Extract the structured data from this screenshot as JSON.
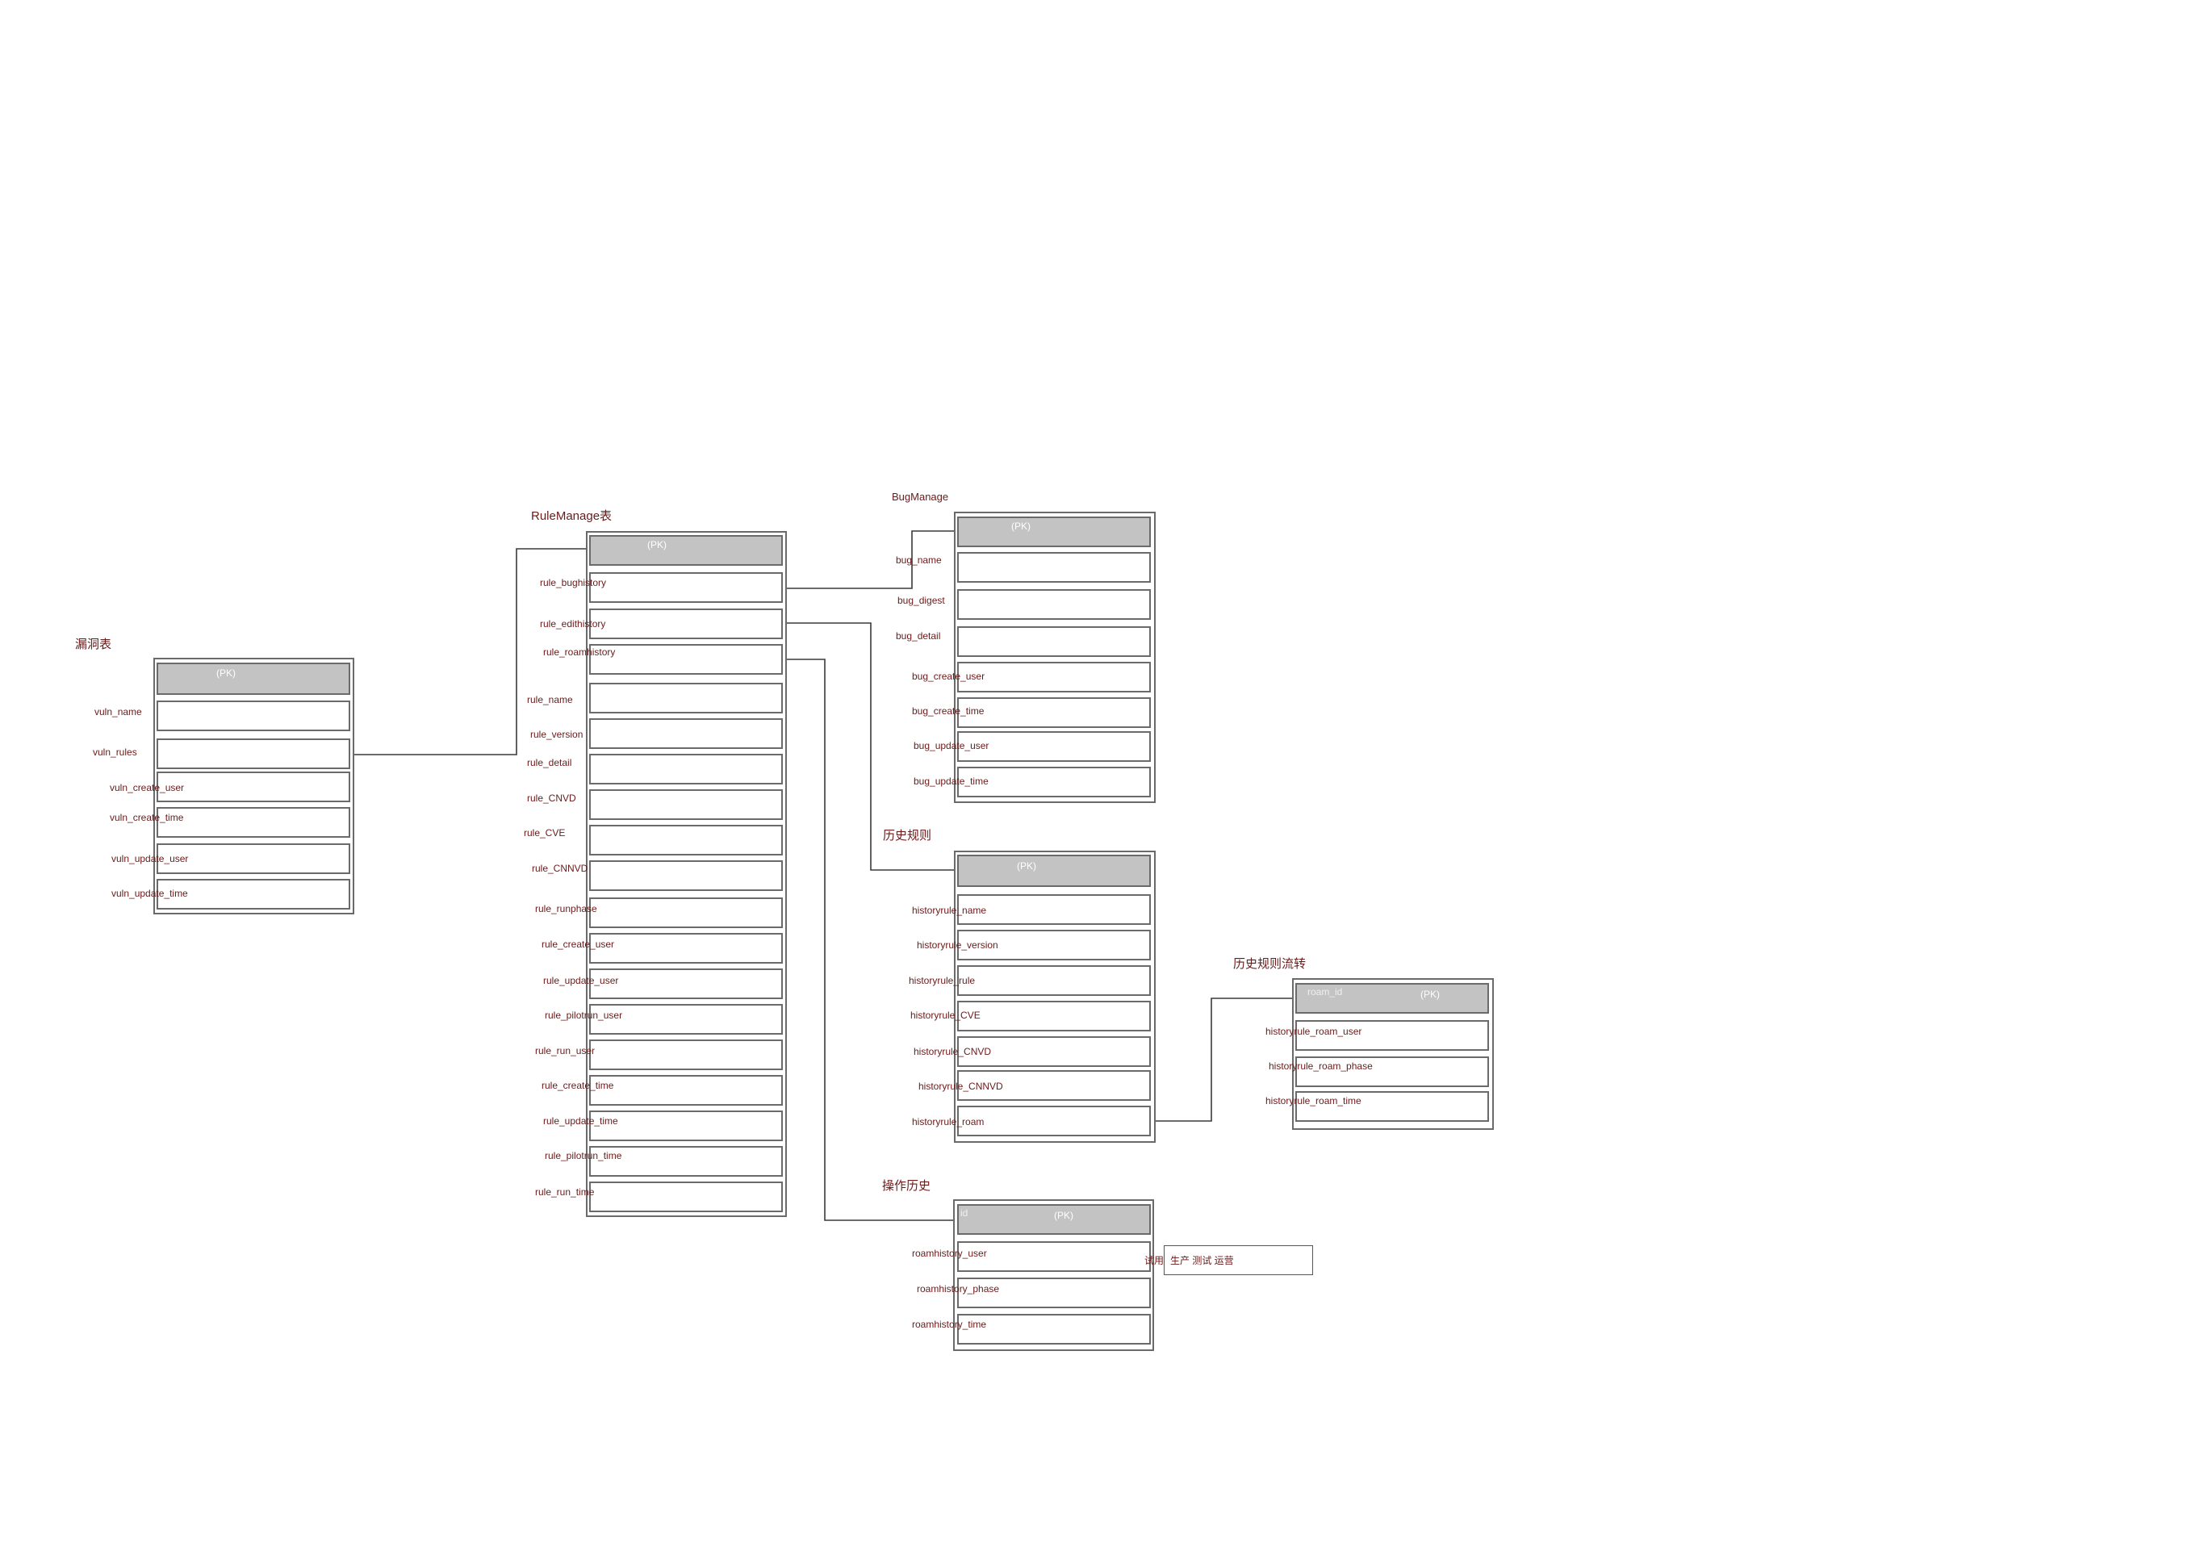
{
  "tables": {
    "vuln": {
      "title": "漏洞表",
      "pk": "(PK)",
      "fields": [
        "vuln_name",
        "vuln_rules",
        "vuln_create_user",
        "vuln_create_time",
        "vuln_update_user",
        "vuln_update_time"
      ]
    },
    "rule": {
      "title": "RuleManage表",
      "pk": "(PK)",
      "fields": [
        "rule_bughistory",
        "rule_edithistory",
        "rule_roamhistory",
        "rule_name",
        "rule_version",
        "rule_detail",
        "rule_CNVD",
        "rule_CVE",
        "rule_CNNVD",
        "rule_runphase",
        "rule_create_user",
        "rule_update_user",
        "rule_pilotrun_user",
        "rule_run_user",
        "rule_create_time",
        "rule_update_time",
        "rule_pilotrun_time",
        "rule_run_time"
      ]
    },
    "bug": {
      "title": "BugManage",
      "pk": "(PK)",
      "fields": [
        "bug_name",
        "bug_digest",
        "bug_detail",
        "bug_create_user",
        "bug_create_time",
        "bug_update_user",
        "bug_update_time"
      ]
    },
    "history": {
      "title": "历史规则",
      "pk": "(PK)",
      "fields": [
        "historyrule_name",
        "historyrule_version",
        "historyrule_rule",
        "historyrule_CVE",
        "historyrule_CNVD",
        "historyrule_CNNVD",
        "historyrule_roam"
      ]
    },
    "roamflow": {
      "title": "历史规则流转",
      "pk": "(PK)",
      "pk_field": "roam_id",
      "fields": [
        "historyrule_roam_user",
        "historyrule_roam_phase",
        "historyrule_roam_time"
      ]
    },
    "oplog": {
      "title": "操作历史",
      "pk": "(PK)",
      "pk_field": "id",
      "fields": [
        "roamhistory_user",
        "roamhistory_phase",
        "roamhistory_time"
      ]
    }
  },
  "note": {
    "prefix": "试用",
    "text": "生产 测试 运营"
  }
}
